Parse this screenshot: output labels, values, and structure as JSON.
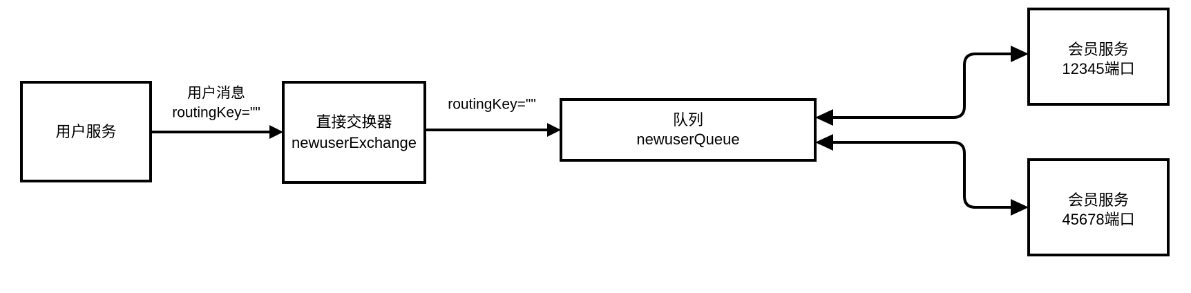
{
  "diagram": {
    "title": "RabbitMQ direct exchange message flow",
    "background_color": "#ffffff",
    "stroke_color": "#000000",
    "nodes": {
      "user_service": {
        "line1": "用户服务",
        "line2": ""
      },
      "exchange": {
        "line1": "直接交换器",
        "line2": "newuserExchange"
      },
      "queue": {
        "line1": "队列",
        "line2": "newuserQueue"
      },
      "consumer_top": {
        "line1": "会员服务",
        "line2": "12345端口"
      },
      "consumer_bottom": {
        "line1": "会员服务",
        "line2": "45678端口"
      }
    },
    "edges": {
      "user_to_exchange": {
        "line1": "用户消息",
        "line2": "routingKey=\"\""
      },
      "exchange_to_queue": {
        "line1": "routingKey=\"\"",
        "line2": ""
      },
      "queue_to_consumer_top": {
        "label": ""
      },
      "queue_to_consumer_bottom": {
        "label": ""
      }
    }
  }
}
